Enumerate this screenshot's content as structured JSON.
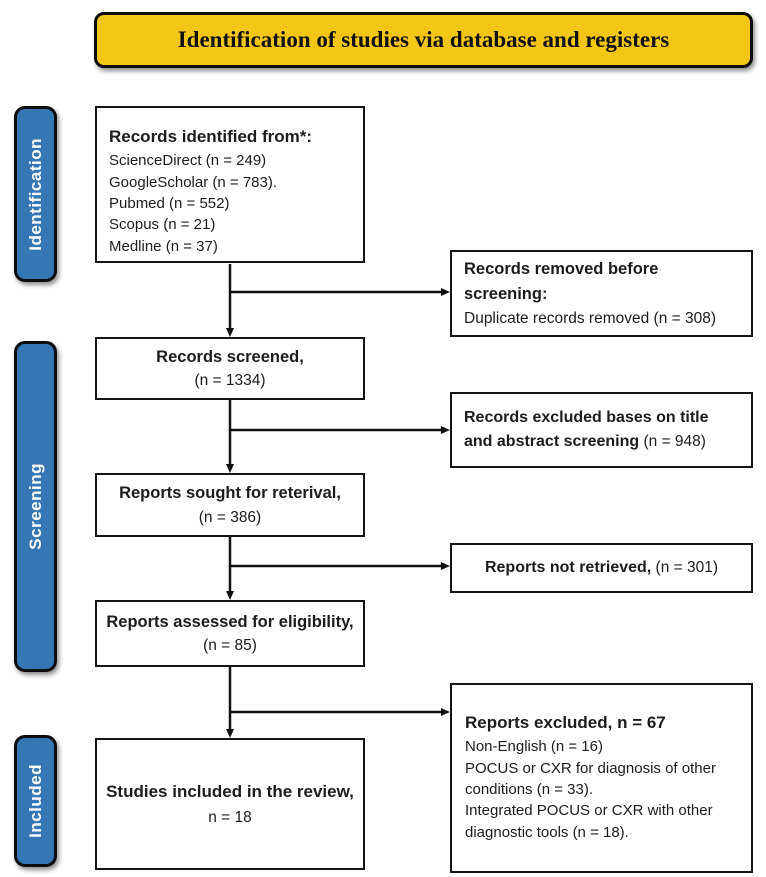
{
  "banner": {
    "title": "Identification of studies via database and registers"
  },
  "colors": {
    "banner_bg": "#F3C514",
    "stage_label_bg": "#3577B5",
    "stage_label_text": "#FFFFFF",
    "box_border": "#151515",
    "arrow": "#111111"
  },
  "side_labels": [
    {
      "label": "Identification"
    },
    {
      "label": "Screening"
    },
    {
      "label": "Included"
    }
  ],
  "left_boxes": [
    {
      "title": "Records identified from*:",
      "lines": [
        "ScienceDirect (n = 249)",
        "GoogleScholar (n = 783).",
        "Pubmed (n = 552)",
        "Scopus (n = 21)",
        "Medline (n = 37)"
      ]
    },
    {
      "title": "Records screened,",
      "subtitle": "(n = 1334)"
    },
    {
      "title": "Reports sought for reterival,",
      "subtitle": "(n = 386)"
    },
    {
      "title": "Reports assessed for eligibility,",
      "subtitle": "(n = 85)"
    },
    {
      "title": "Studies included in the review,",
      "subtitle": "n = 18"
    }
  ],
  "right_boxes": [
    {
      "bold": "Records removed before screening:",
      "rest": "Duplicate records removed (n = 308)"
    },
    {
      "bold": "Records excluded bases on title and abstract screening",
      "rest": " (n = 948)"
    },
    {
      "bold": "Reports not retrieved,",
      "rest": " (n = 301)"
    },
    {
      "bold": "Reports excluded, n = 67",
      "lines": [
        "Non-English (n = 16)",
        "POCUS or CXR for diagnosis of other conditions (n = 33).",
        "Integrated POCUS or CXR with other diagnostic tools (n = 18)."
      ]
    }
  ]
}
